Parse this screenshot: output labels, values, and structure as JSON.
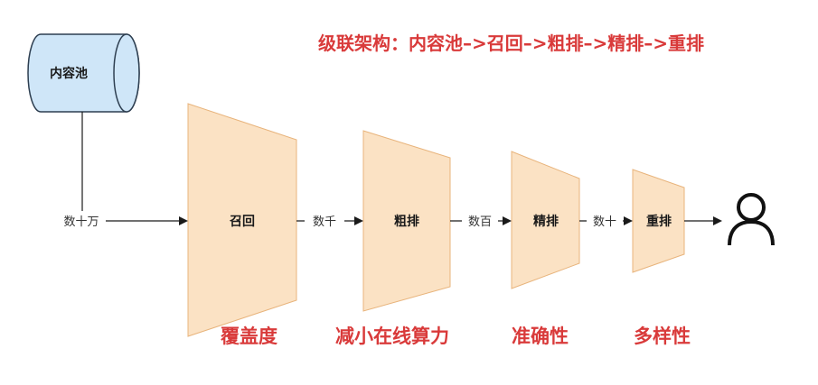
{
  "title": "级联架构：内容池–>召回–>粗排–>精排–>重排",
  "pool_label": "内容池",
  "stages": [
    {
      "label": "召回",
      "caption": "覆盖度"
    },
    {
      "label": "粗排",
      "caption": "减小在线算力"
    },
    {
      "label": "精排",
      "caption": "准确性"
    },
    {
      "label": "重排",
      "caption": "多样性"
    }
  ],
  "edge_labels": [
    "数十万",
    "数千",
    "数百",
    "数十"
  ],
  "colors": {
    "funnel_fill": "#fbe2c4",
    "funnel_stroke": "#e8b47c",
    "pool_fill": "#cfe6f8",
    "pool_stroke": "#2d3e50",
    "accent_red": "#d93a3a",
    "line": "#1a1a1a"
  },
  "icons": {
    "user": "user-icon"
  }
}
